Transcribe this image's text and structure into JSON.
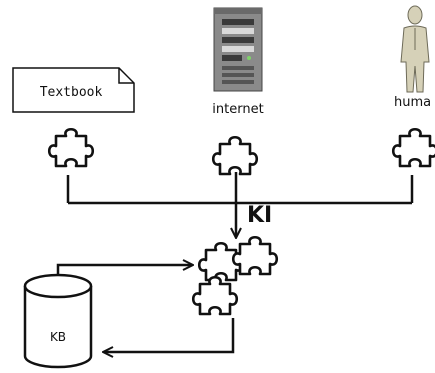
{
  "sources": {
    "textbook": {
      "label": "Textbook",
      "icon": "document-icon"
    },
    "internet": {
      "label": "internet",
      "icon": "server-icon"
    },
    "human": {
      "label": "huma",
      "icon": "person-icon"
    }
  },
  "center_label": "KI",
  "store_label": "KB",
  "colors": {
    "stroke": "#111111",
    "server_body": "#8a8a8a",
    "server_dark": "#3a3a3a",
    "server_light": "#d9d9d9",
    "person_fill": "#d6d1b8",
    "person_stroke": "#6d6a58"
  }
}
